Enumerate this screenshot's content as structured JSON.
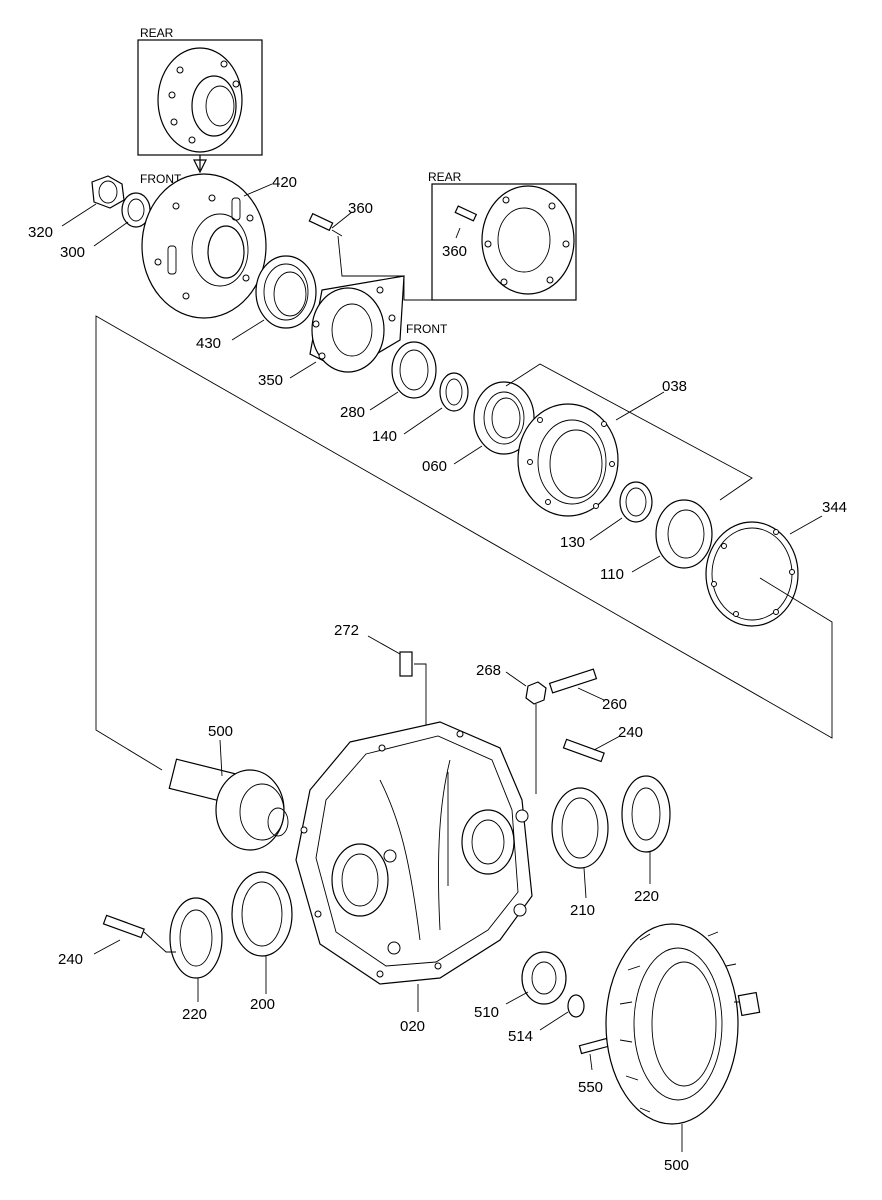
{
  "view_labels": {
    "rear_top": "REAR",
    "front_top": "FRONT",
    "rear_right": "REAR",
    "front_right": "FRONT"
  },
  "part_numbers": {
    "p320": "320",
    "p300": "300",
    "p420": "420",
    "p360a": "360",
    "p360b": "360",
    "p430": "430",
    "p350": "350",
    "p280": "280",
    "p140": "140",
    "p060": "060",
    "p038": "038",
    "p130": "130",
    "p110": "110",
    "p344": "344",
    "p272": "272",
    "p268": "268",
    "p260": "260",
    "p500a": "500",
    "p240a": "240",
    "p210": "210",
    "p220a": "220",
    "p240b": "240",
    "p220b": "220",
    "p200": "200",
    "p020": "020",
    "p510": "510",
    "p514": "514",
    "p550": "550",
    "p500b": "500"
  }
}
